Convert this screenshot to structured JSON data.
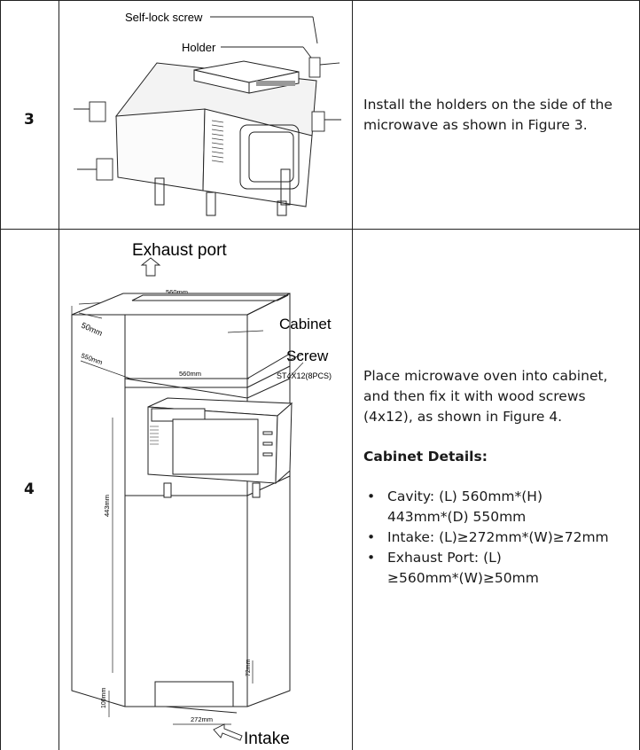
{
  "rows": [
    {
      "step": "3",
      "figure_labels": {
        "self_lock_screw": "Self-lock screw",
        "holder": "Holder"
      },
      "description": "Install the holders on the side of the microwave as shown in Figure 3."
    },
    {
      "step": "4",
      "figure_labels": {
        "exhaust_port": "Exhaust port",
        "cabinet": "Cabinet",
        "screw": "Screw",
        "screw_spec": "ST4X12(8PCS)",
        "dim_560_top": "560mm",
        "dim_50": "50mm",
        "dim_550": "550mm",
        "dim_560_inner": "560mm",
        "dim_443": "443mm",
        "dim_100": "100mm",
        "dim_72": "72mm",
        "dim_272": "272mm",
        "intake": "Intake"
      },
      "description_lines": [
        "Place microwave oven into cabinet,",
        "and then fix it with wood screws",
        "(4x12), as shown in Figure 4."
      ],
      "details_heading": "Cabinet Details:",
      "details": [
        {
          "bullet": "•",
          "lines": [
            "Cavity: (L) 560mm*(H)",
            "443mm*(D) 550mm"
          ]
        },
        {
          "bullet": "•",
          "lines": [
            "Intake: (L)≥272mm*(W)≥72mm"
          ]
        },
        {
          "bullet": "•",
          "lines": [
            "Exhaust Port: (L)",
            "≥560mm*(W)≥50mm"
          ]
        }
      ]
    }
  ]
}
